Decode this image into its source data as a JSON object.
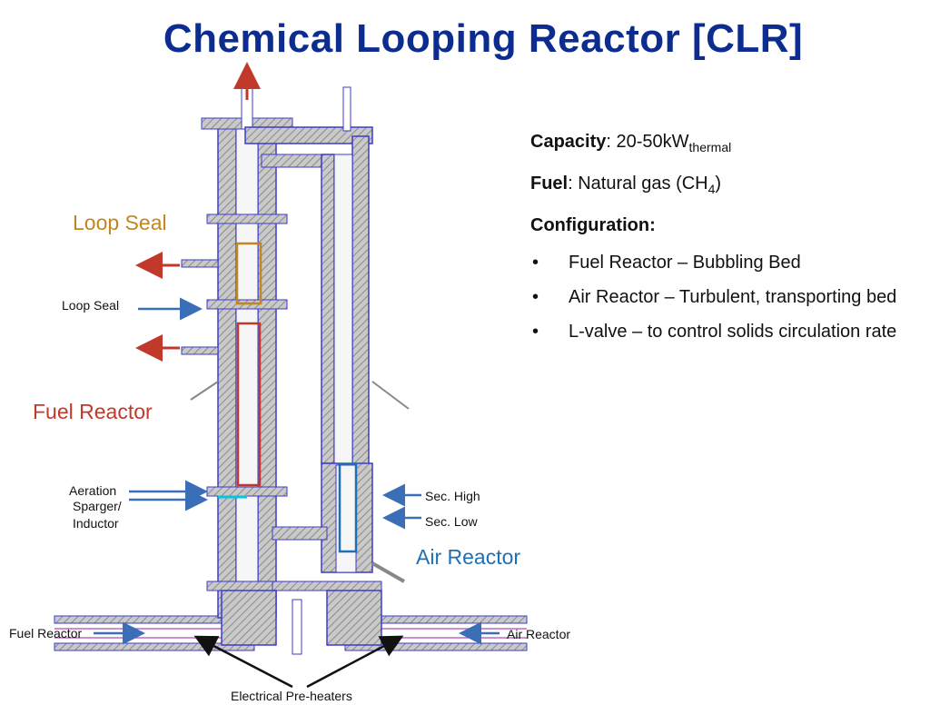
{
  "title": "Chemical Looping Reactor [CLR]",
  "specs": {
    "capacity_label": "Capacity",
    "capacity_value": ": 20-50kW",
    "capacity_sub": "thermal",
    "fuel_label": "Fuel",
    "fuel_value": ": Natural gas (CH",
    "fuel_sub": "4",
    "fuel_close": ")",
    "config_label": "Configuration:",
    "bullets": [
      "Fuel Reactor – Bubbling Bed",
      "Air Reactor – Turbulent, transporting bed",
      "L-valve – to control solids circulation rate"
    ]
  },
  "labels": {
    "loop_seal_big": "Loop Seal",
    "loop_seal_small": "Loop Seal",
    "fuel_reactor_big": "Fuel Reactor",
    "aeration": "Aeration",
    "sparger": "Sparger/",
    "inductor": "Inductor",
    "sec_high": "Sec. High",
    "sec_low": "Sec. Low",
    "air_reactor_big": "Air Reactor",
    "fuel_reactor_small": "Fuel Reactor",
    "air_reactor_small": "Air Reactor",
    "preheaters": "Electrical Pre-heaters"
  },
  "colors": {
    "title": "#0d2c8f",
    "loop_seal": "#c0861f",
    "fuel_reactor": "#c0392b",
    "air_reactor": "#1f6fb2",
    "arrow_red": "#c0392b",
    "arrow_blue": "#3a6fb8",
    "vessel_outline": "#3b3bd0",
    "vessel_fill": "#cfcfcf"
  },
  "icons": {
    "bullet": "•"
  }
}
